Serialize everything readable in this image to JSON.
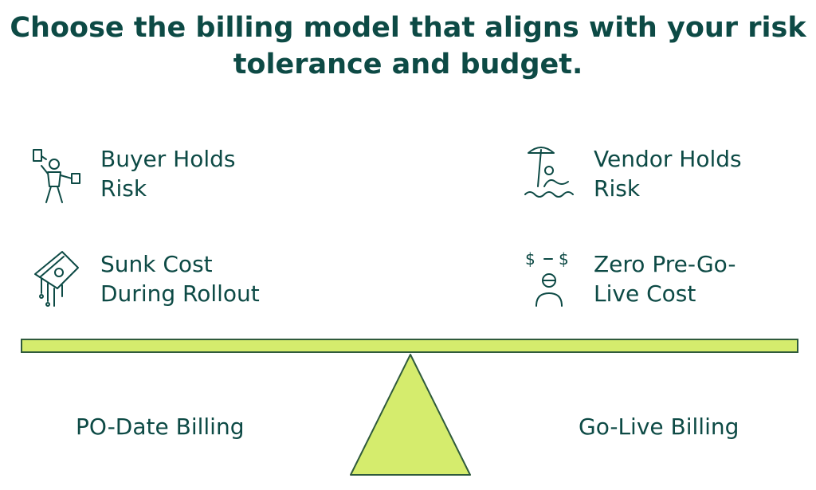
{
  "title": "Choose the billing model that aligns with your risk tolerance and budget.",
  "left_items": [
    {
      "label": "Buyer Holds\nRisk",
      "icon": "person-juggling-icon"
    },
    {
      "label": "Sunk Cost\nDuring Rollout",
      "icon": "melting-card-icon"
    }
  ],
  "right_items": [
    {
      "label": "Vendor Holds\nRisk",
      "icon": "beach-relax-icon"
    },
    {
      "label": "Zero Pre-Go-\nLive Cost",
      "icon": "no-cost-person-icon"
    }
  ],
  "balance": {
    "left_label": "PO-Date Billing",
    "right_label": "Go-Live Billing"
  },
  "colors": {
    "text": "#0d4a45",
    "beam_fill": "#d5ec6d",
    "beam_border": "#2f5a3c"
  }
}
